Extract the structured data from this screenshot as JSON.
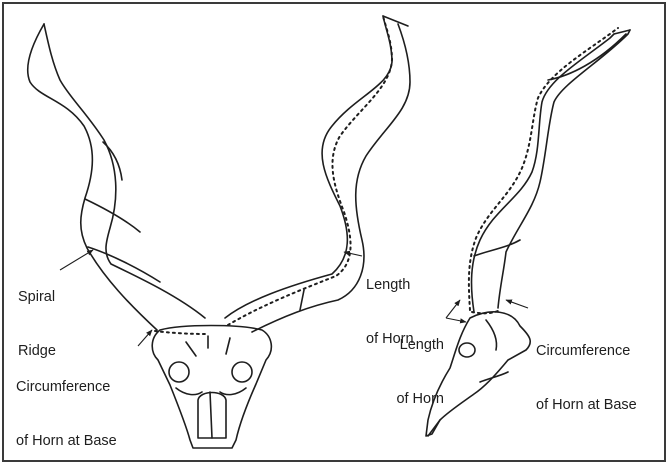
{
  "colors": {
    "ink": "#1e1e1e",
    "frame": "#3a3a3a",
    "background": "#ffffff"
  },
  "front_view": {
    "labels": {
      "spiral_ridge": {
        "line1": "Spiral",
        "line2": "Ridge"
      },
      "circumference": {
        "line1": "Circumference",
        "line2": "of Horn at Base"
      },
      "length": {
        "line1": "Length",
        "line2": "of Horn"
      }
    }
  },
  "side_view": {
    "labels": {
      "length": {
        "line1": "Length",
        "line2": "of Horn"
      },
      "circumference": {
        "line1": "Circumference",
        "line2": "of Horn at Base"
      }
    }
  }
}
